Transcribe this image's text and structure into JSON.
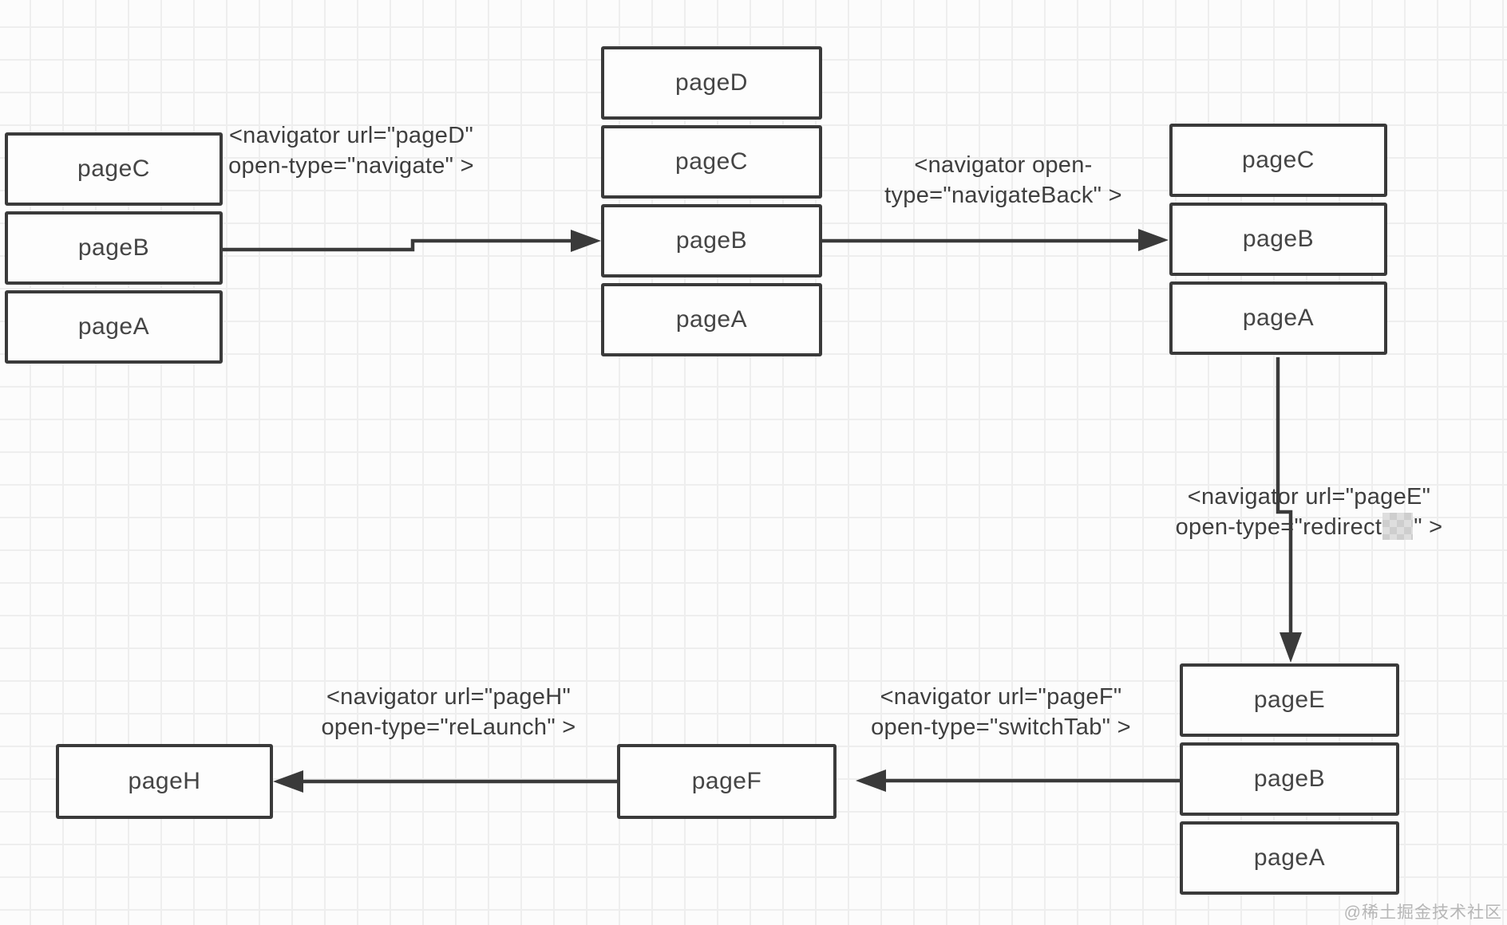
{
  "stacks": {
    "initial": {
      "pages": [
        "pageC",
        "pageB",
        "pageA"
      ]
    },
    "after_navigate": {
      "pages": [
        "pageD",
        "pageC",
        "pageB",
        "pageA"
      ]
    },
    "after_navigate_back": {
      "pages": [
        "pageC",
        "pageB",
        "pageA"
      ]
    },
    "after_redirect": {
      "pages": [
        "pageE",
        "pageB",
        "pageA"
      ]
    }
  },
  "single_pages": {
    "relaunch_target": "pageH",
    "switch_tab_target": "pageF"
  },
  "labels": {
    "navigate": {
      "line1": "<navigator url=\"pageD\"",
      "line2": "open-type=\"navigate\" >"
    },
    "navigate_back": {
      "line1": "<navigator open-",
      "line2": "type=\"navigateBack\" >"
    },
    "redirect": {
      "line1": "<navigator url=\"pageE\"",
      "line2_prefix": "open-type=\"redirect",
      "line2_suffix": "\" >"
    },
    "relaunch": {
      "line1": "<navigator url=\"pageH\"",
      "line2": "open-type=\"reLaunch\" >"
    },
    "switch_tab": {
      "line1": "<navigator url=\"pageF\"",
      "line2": "open-type=\"switchTab\" >"
    }
  },
  "watermark": "@稀土掘金技术社区",
  "colors": {
    "stroke": "#3a3a3a",
    "box_fill": "#fdfdfd",
    "text": "#454545",
    "grid_line": "#eeeeee",
    "background": "#fcfcfc",
    "watermark": "#b6b6b6",
    "mosaic": "#dedede"
  }
}
